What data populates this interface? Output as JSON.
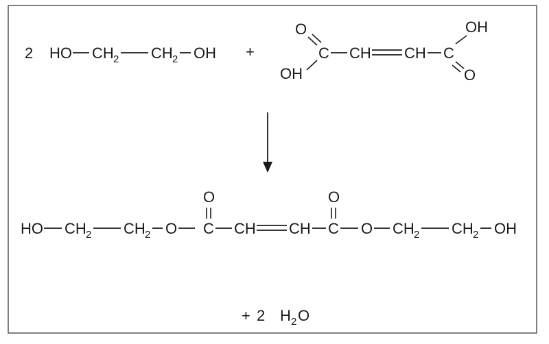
{
  "reaction": {
    "reactant_1": {
      "coefficient": "2",
      "groups": [
        "HO",
        "CH",
        "2",
        "CH",
        "2",
        "OH"
      ]
    },
    "plus_sign": "+",
    "reactant_2": {
      "left_carbonyl_o": "O",
      "left_hydroxyl": "OH",
      "left_c": "C",
      "ch_left": "CH",
      "ch_right": "CH",
      "right_c": "C",
      "right_hydroxyl": "OH",
      "right_carbonyl_o": "O"
    },
    "product": {
      "groups": [
        "HO",
        "CH",
        "2",
        "CH",
        "2",
        "O",
        "C",
        "CH",
        "CH",
        "C",
        "O",
        "CH",
        "2",
        "CH",
        "2",
        "OH"
      ],
      "carbonyl_o_left": "O",
      "carbonyl_o_right": "O"
    },
    "byproduct": {
      "plus_sign": "+",
      "coefficient": "2",
      "formula_h": "H",
      "formula_sub": "2",
      "formula_o": "O"
    }
  }
}
